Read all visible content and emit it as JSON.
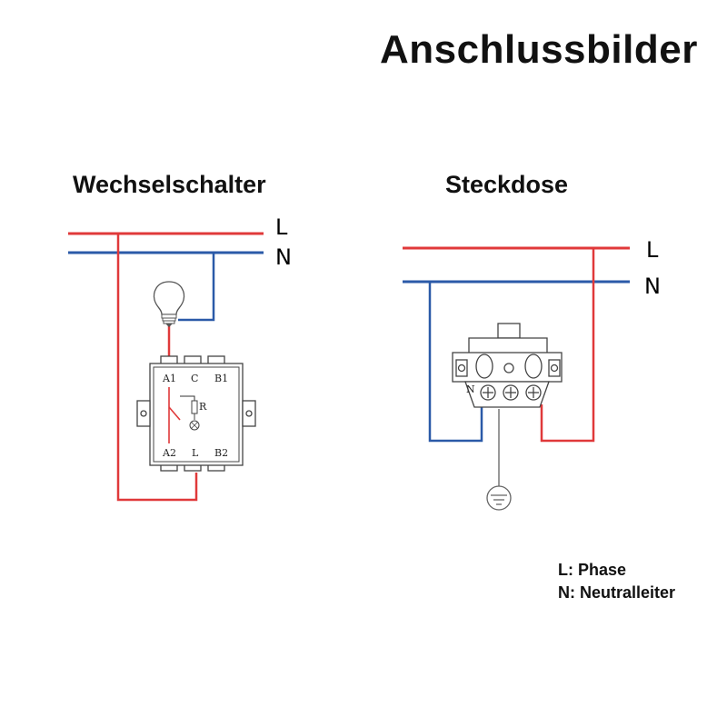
{
  "title": "Anschlussbilder",
  "diagrams": [
    {
      "heading": "Wechselschalter",
      "line_label": "L",
      "neutral_label": "N",
      "terminals": {
        "a1": "A1",
        "c": "C",
        "b1": "B1",
        "r": "R",
        "a2": "A2",
        "l": "L",
        "b2": "B2"
      }
    },
    {
      "heading": "Steckdose",
      "line_label": "L",
      "neutral_label": "N",
      "terminal_n": "N"
    }
  ],
  "legend": {
    "l": "L: Phase",
    "n": "N: Neutralleiter"
  },
  "colors": {
    "phase": "#e0393a",
    "neutral": "#2b5aa8"
  }
}
